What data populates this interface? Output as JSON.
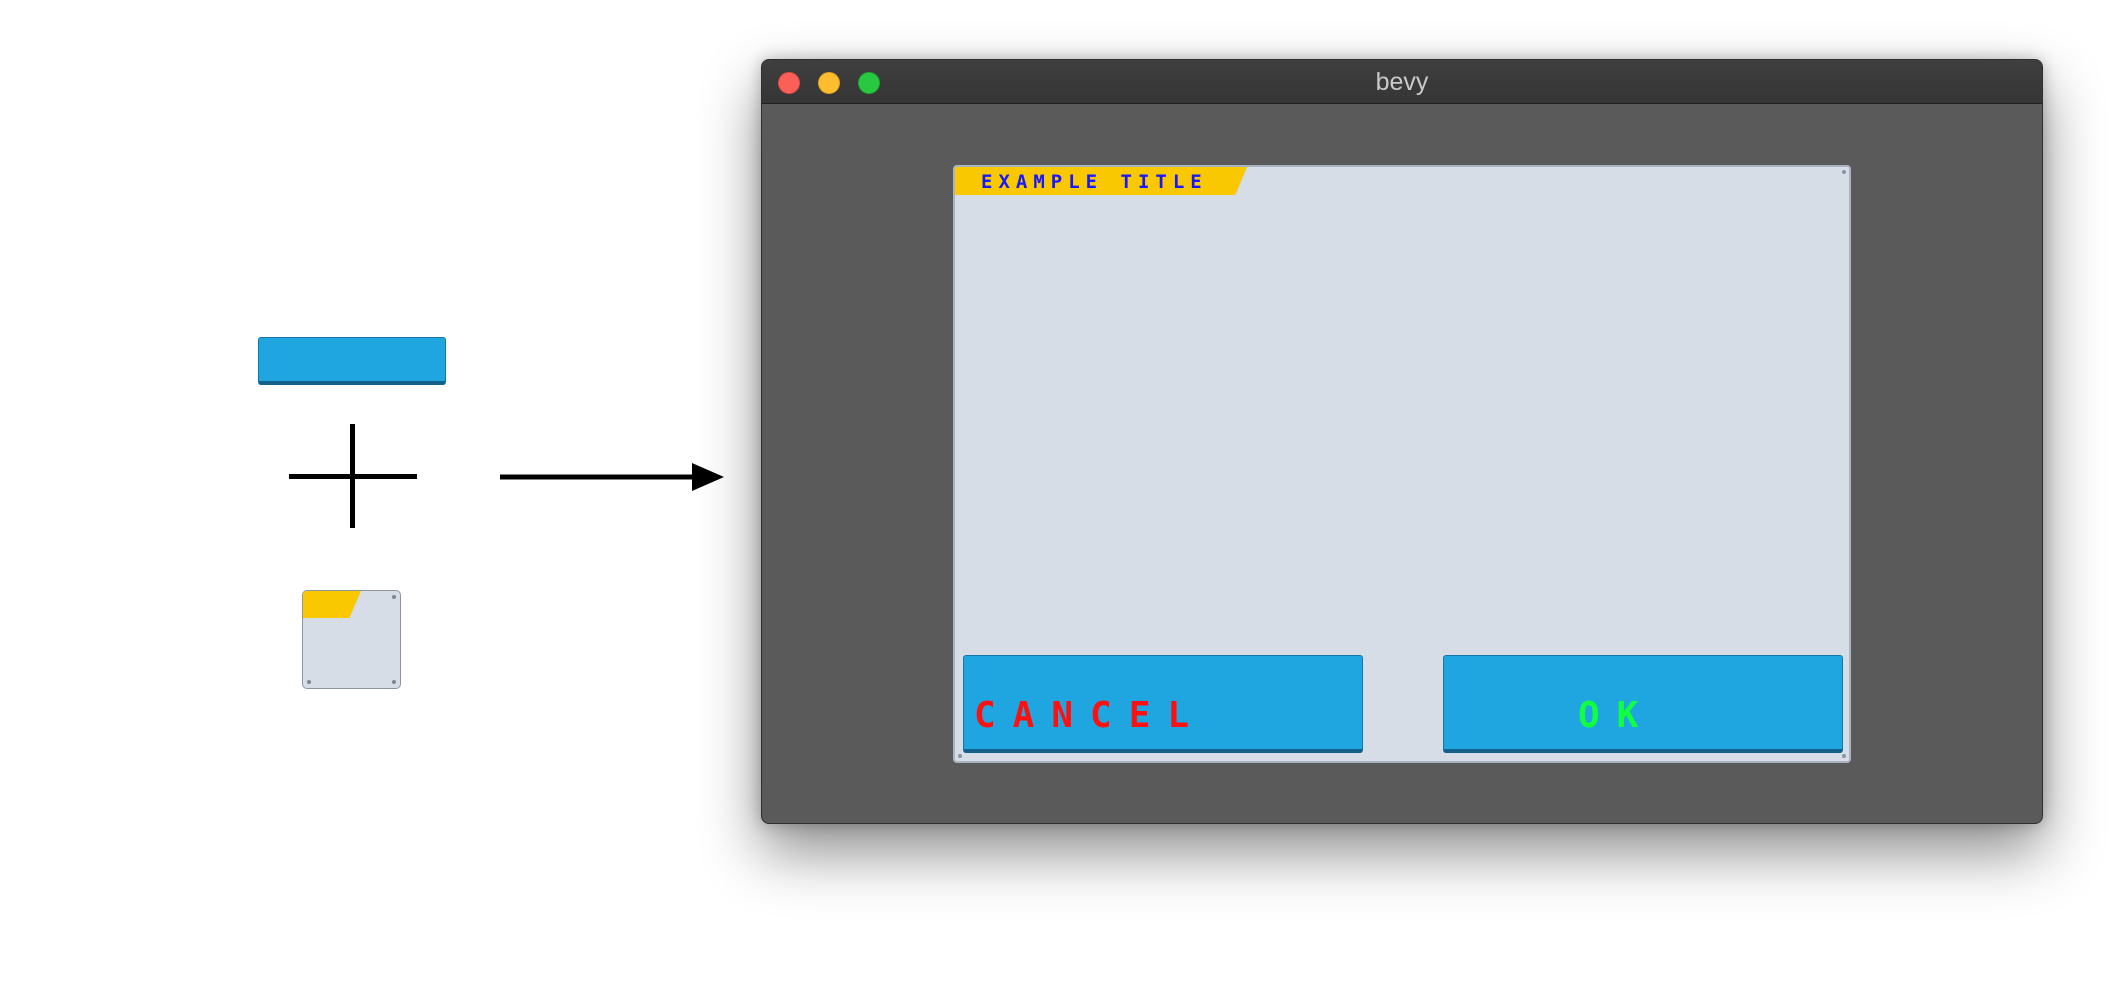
{
  "window": {
    "title": "bevy"
  },
  "dialog": {
    "title": "EXAMPLE TITLE",
    "cancel_label": "CANCEL",
    "ok_label": "OK"
  },
  "illustration": {
    "components": [
      "button-icon",
      "plus-icon",
      "panel-icon"
    ],
    "result_indicator": "arrow-right-icon"
  },
  "colors": {
    "button_fill": "#1fa6e1",
    "panel_fill": "#d6dde6",
    "title_tab": "#f9c800",
    "title_text": "#1818ff",
    "cancel_text": "#ff1010",
    "ok_text": "#10ff40",
    "window_background": "#5a5a5a",
    "titlebar": "#3a3a3a"
  }
}
